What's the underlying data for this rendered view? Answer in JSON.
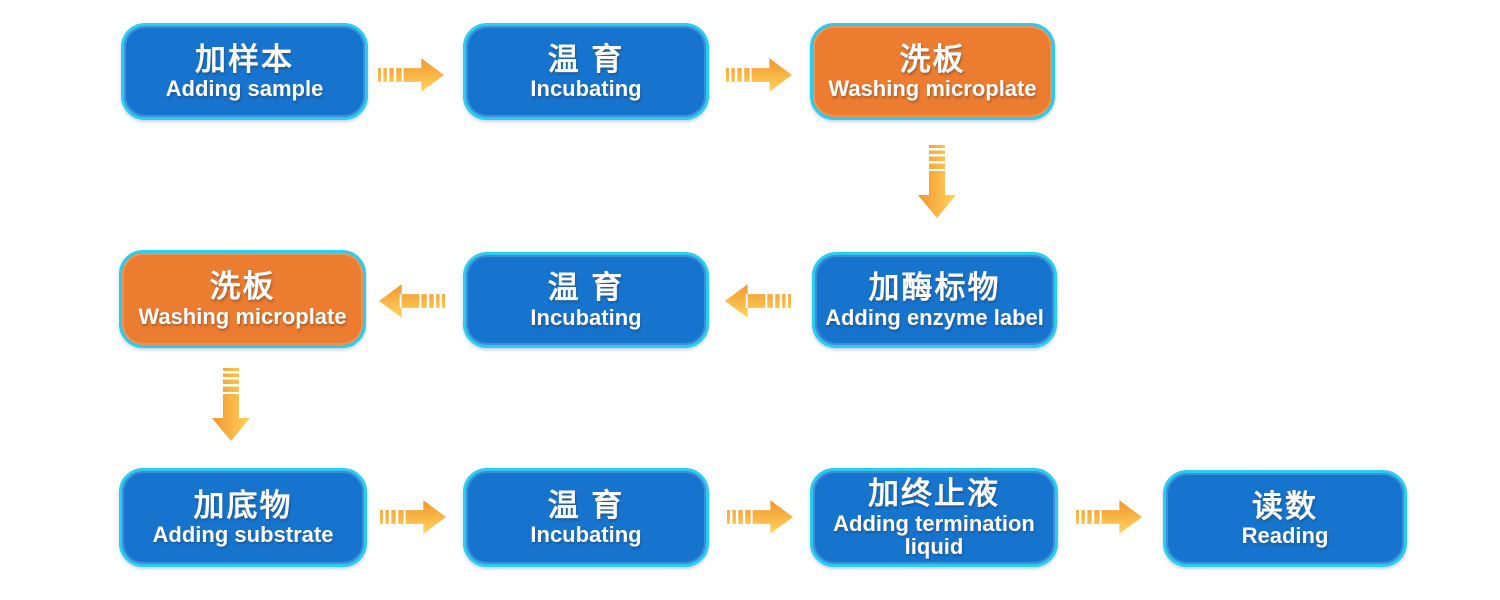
{
  "colors": {
    "node_blue": "#1674CF",
    "node_orange": "#EC7C30",
    "border_cyan": "#29CDEF",
    "arrow_dark": "#F2952B",
    "arrow_light": "#FFD55F",
    "text_white": "#FFFFFF",
    "background": "#FFFFFF"
  },
  "nodes": [
    {
      "id": "adding-sample",
      "zh": "加样本",
      "en": "Adding sample",
      "variant": "blue"
    },
    {
      "id": "incubating-1",
      "zh": "温 育",
      "en": "Incubating",
      "variant": "blue"
    },
    {
      "id": "washing-microplate-1",
      "zh": "洗板",
      "en": "Washing microplate",
      "variant": "orange"
    },
    {
      "id": "adding-enzyme-label",
      "zh": "加酶标物",
      "en": "Adding enzyme label",
      "variant": "blue"
    },
    {
      "id": "incubating-2",
      "zh": "温 育",
      "en": "Incubating",
      "variant": "blue"
    },
    {
      "id": "washing-microplate-2",
      "zh": "洗板",
      "en": "Washing microplate",
      "variant": "orange"
    },
    {
      "id": "adding-substrate",
      "zh": "加底物",
      "en": "Adding substrate",
      "variant": "blue"
    },
    {
      "id": "incubating-3",
      "zh": "温 育",
      "en": "Incubating",
      "variant": "blue"
    },
    {
      "id": "adding-termination-liquid",
      "zh": "加终止液",
      "en": "Adding termination liquid",
      "variant": "blue"
    },
    {
      "id": "reading",
      "zh": "读数",
      "en": "Reading",
      "variant": "blue"
    }
  ],
  "arrows": [
    {
      "direction": "right",
      "from": "adding-sample",
      "to": "incubating-1"
    },
    {
      "direction": "right",
      "from": "incubating-1",
      "to": "washing-microplate-1"
    },
    {
      "direction": "down",
      "from": "washing-microplate-1",
      "to": "adding-enzyme-label"
    },
    {
      "direction": "left",
      "from": "adding-enzyme-label",
      "to": "incubating-2"
    },
    {
      "direction": "left",
      "from": "incubating-2",
      "to": "washing-microplate-2"
    },
    {
      "direction": "down",
      "from": "washing-microplate-2",
      "to": "adding-substrate"
    },
    {
      "direction": "right",
      "from": "adding-substrate",
      "to": "incubating-3"
    },
    {
      "direction": "right",
      "from": "incubating-3",
      "to": "adding-termination-liquid"
    },
    {
      "direction": "right",
      "from": "adding-termination-liquid",
      "to": "reading"
    }
  ]
}
